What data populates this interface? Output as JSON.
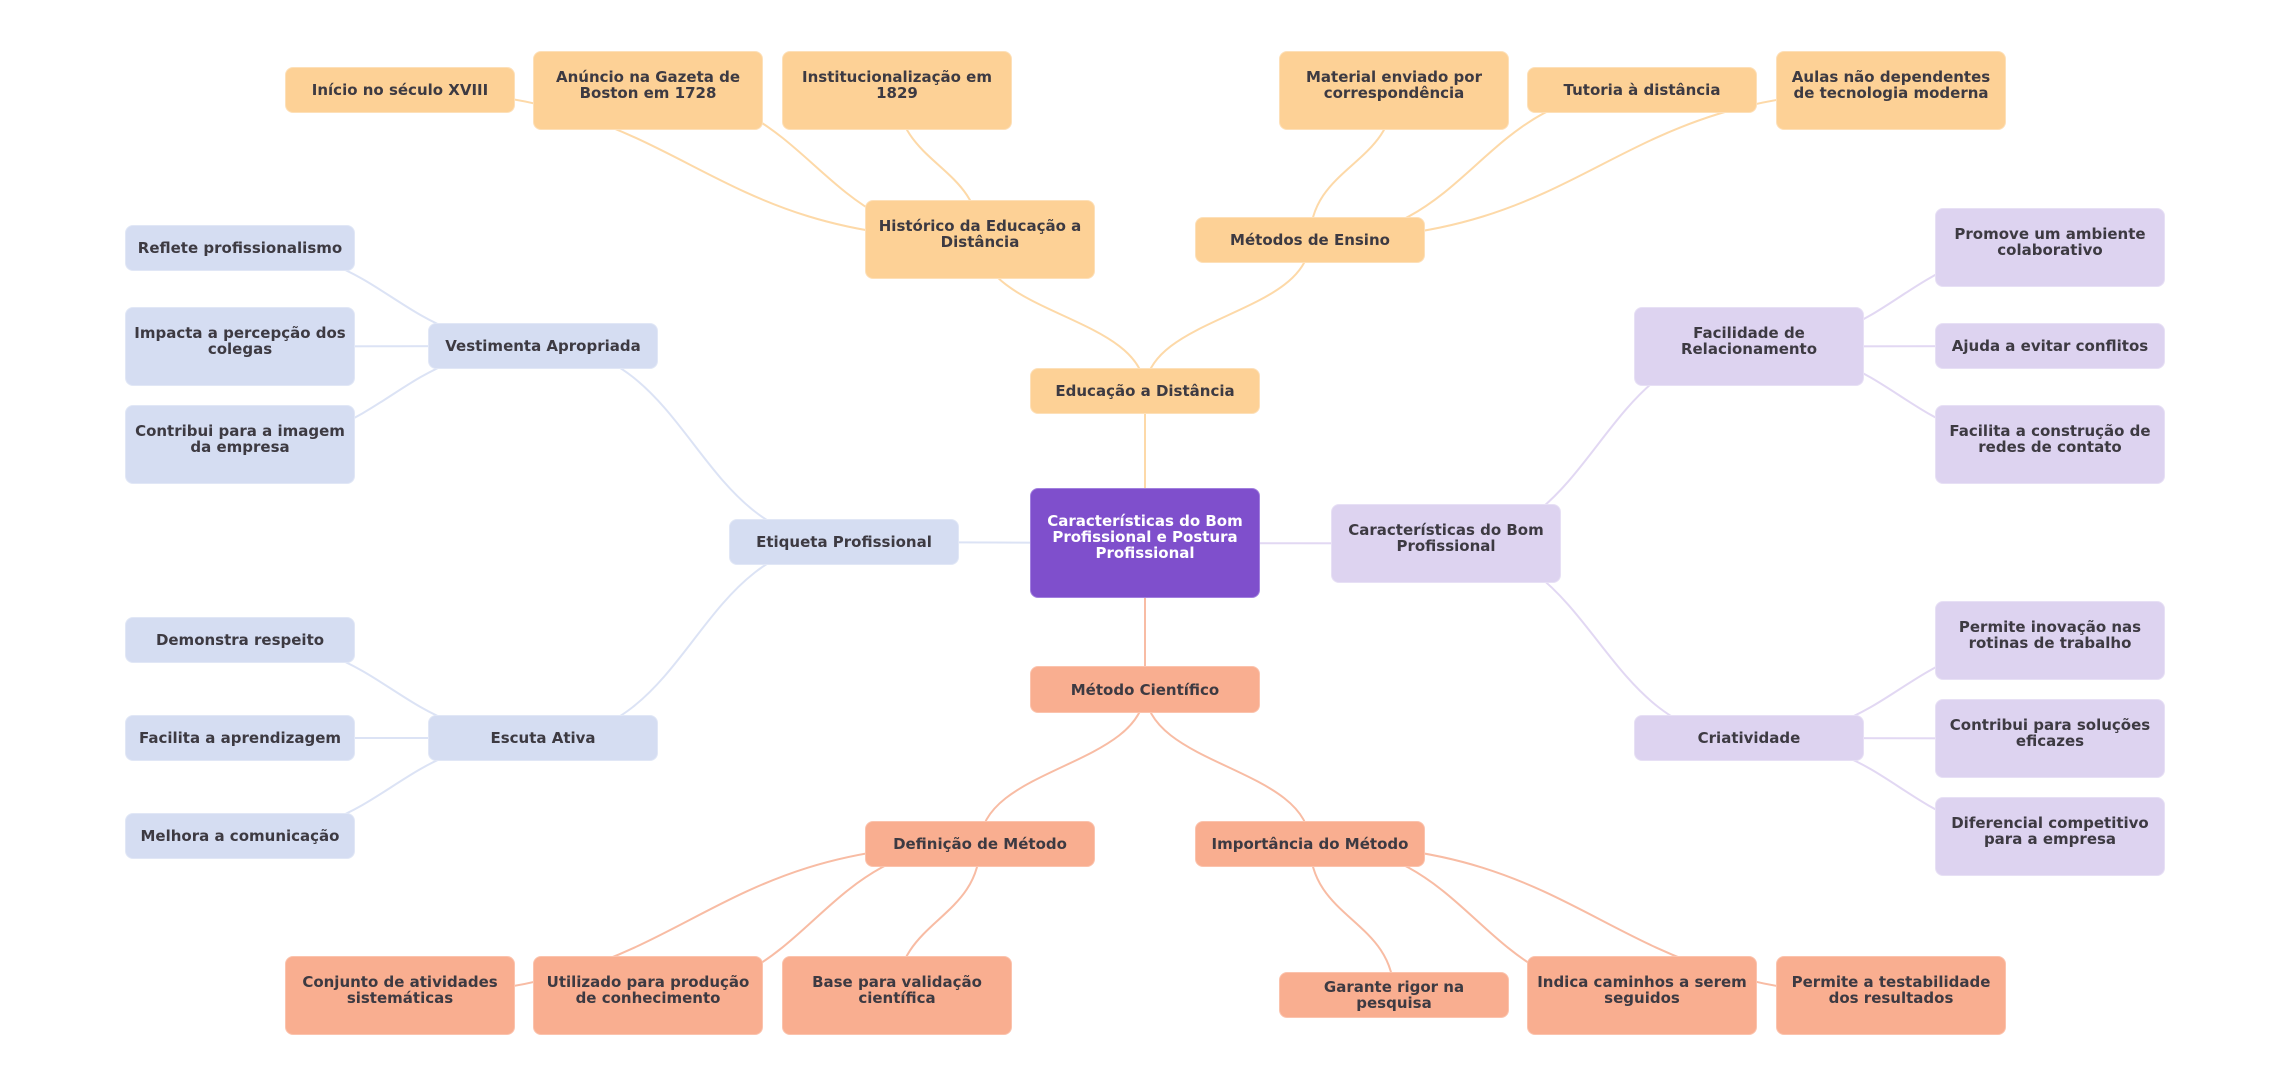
{
  "colors": {
    "root": "#7f4fcc",
    "orange": "#fdd196",
    "blue": "#d5ddf2",
    "lavender": "#ddd3f0",
    "salmon": "#f9ae90",
    "edge_orange": "#fdd9a8",
    "edge_blue": "#dce3f5",
    "edge_lavender": "#e2d8f3",
    "edge_salmon": "#f8bca4",
    "text": "#3d3a42"
  },
  "mindmap": {
    "root": "Características do Bom Profissional e Postura Profissional",
    "branches": [
      {
        "id": "educacao",
        "label": "Educação a Distância",
        "color": "orange",
        "children": [
          {
            "id": "historico",
            "label": "Histórico da Educação a Distância",
            "children": [
              {
                "id": "inicio",
                "label": "Início no século XVIII"
              },
              {
                "id": "anuncio",
                "label": "Anúncio na Gazeta de Boston em 1728"
              },
              {
                "id": "instit",
                "label": "Institucionalização em 1829"
              }
            ]
          },
          {
            "id": "metodos",
            "label": "Métodos de Ensino",
            "children": [
              {
                "id": "material",
                "label": "Material enviado por correspondência"
              },
              {
                "id": "tutoria",
                "label": "Tutoria à distância"
              },
              {
                "id": "aulas",
                "label": "Aulas não dependentes de tecnologia moderna"
              }
            ]
          }
        ]
      },
      {
        "id": "etiqueta",
        "label": "Etiqueta Profissional",
        "color": "blue",
        "children": [
          {
            "id": "vestimenta",
            "label": "Vestimenta Apropriada",
            "children": [
              {
                "id": "reflete",
                "label": "Reflete profissionalismo"
              },
              {
                "id": "impacta",
                "label": "Impacta a percepção dos colegas"
              },
              {
                "id": "contribui_imagem",
                "label": "Contribui para a imagem da empresa"
              }
            ]
          },
          {
            "id": "escuta",
            "label": "Escuta Ativa",
            "children": [
              {
                "id": "demonstra",
                "label": "Demonstra respeito"
              },
              {
                "id": "facilita_aprend",
                "label": "Facilita a aprendizagem"
              },
              {
                "id": "melhora",
                "label": "Melhora a comunicação"
              }
            ]
          }
        ]
      },
      {
        "id": "caracteristicas",
        "label": "Características do Bom Profissional",
        "color": "lavender",
        "children": [
          {
            "id": "facilidade",
            "label": "Facilidade de Relacionamento",
            "children": [
              {
                "id": "promove",
                "label": "Promove um ambiente colaborativo"
              },
              {
                "id": "ajuda",
                "label": "Ajuda a evitar conflitos"
              },
              {
                "id": "facilita_redes",
                "label": "Facilita a construção de redes de contato"
              }
            ]
          },
          {
            "id": "criatividade",
            "label": "Criatividade",
            "children": [
              {
                "id": "permite_inov",
                "label": "Permite inovação nas rotinas de trabalho"
              },
              {
                "id": "contribui_sol",
                "label": "Contribui para soluções eficazes"
              },
              {
                "id": "diferencial",
                "label": "Diferencial competitivo para a empresa"
              }
            ]
          }
        ]
      },
      {
        "id": "metodo_cient",
        "label": "Método Científico",
        "color": "salmon",
        "children": [
          {
            "id": "definicao",
            "label": "Definição de Método",
            "children": [
              {
                "id": "conjunto",
                "label": "Conjunto de atividades sistemáticas"
              },
              {
                "id": "utilizado",
                "label": "Utilizado para produção de conhecimento"
              },
              {
                "id": "base",
                "label": "Base para validação científica"
              }
            ]
          },
          {
            "id": "importancia",
            "label": "Importância do Método",
            "children": [
              {
                "id": "garante",
                "label": "Garante rigor na pesquisa"
              },
              {
                "id": "indica",
                "label": "Indica caminhos a serem seguidos"
              },
              {
                "id": "permite_test",
                "label": "Permite a testabilidade dos resultados"
              }
            ]
          }
        ]
      }
    ]
  }
}
